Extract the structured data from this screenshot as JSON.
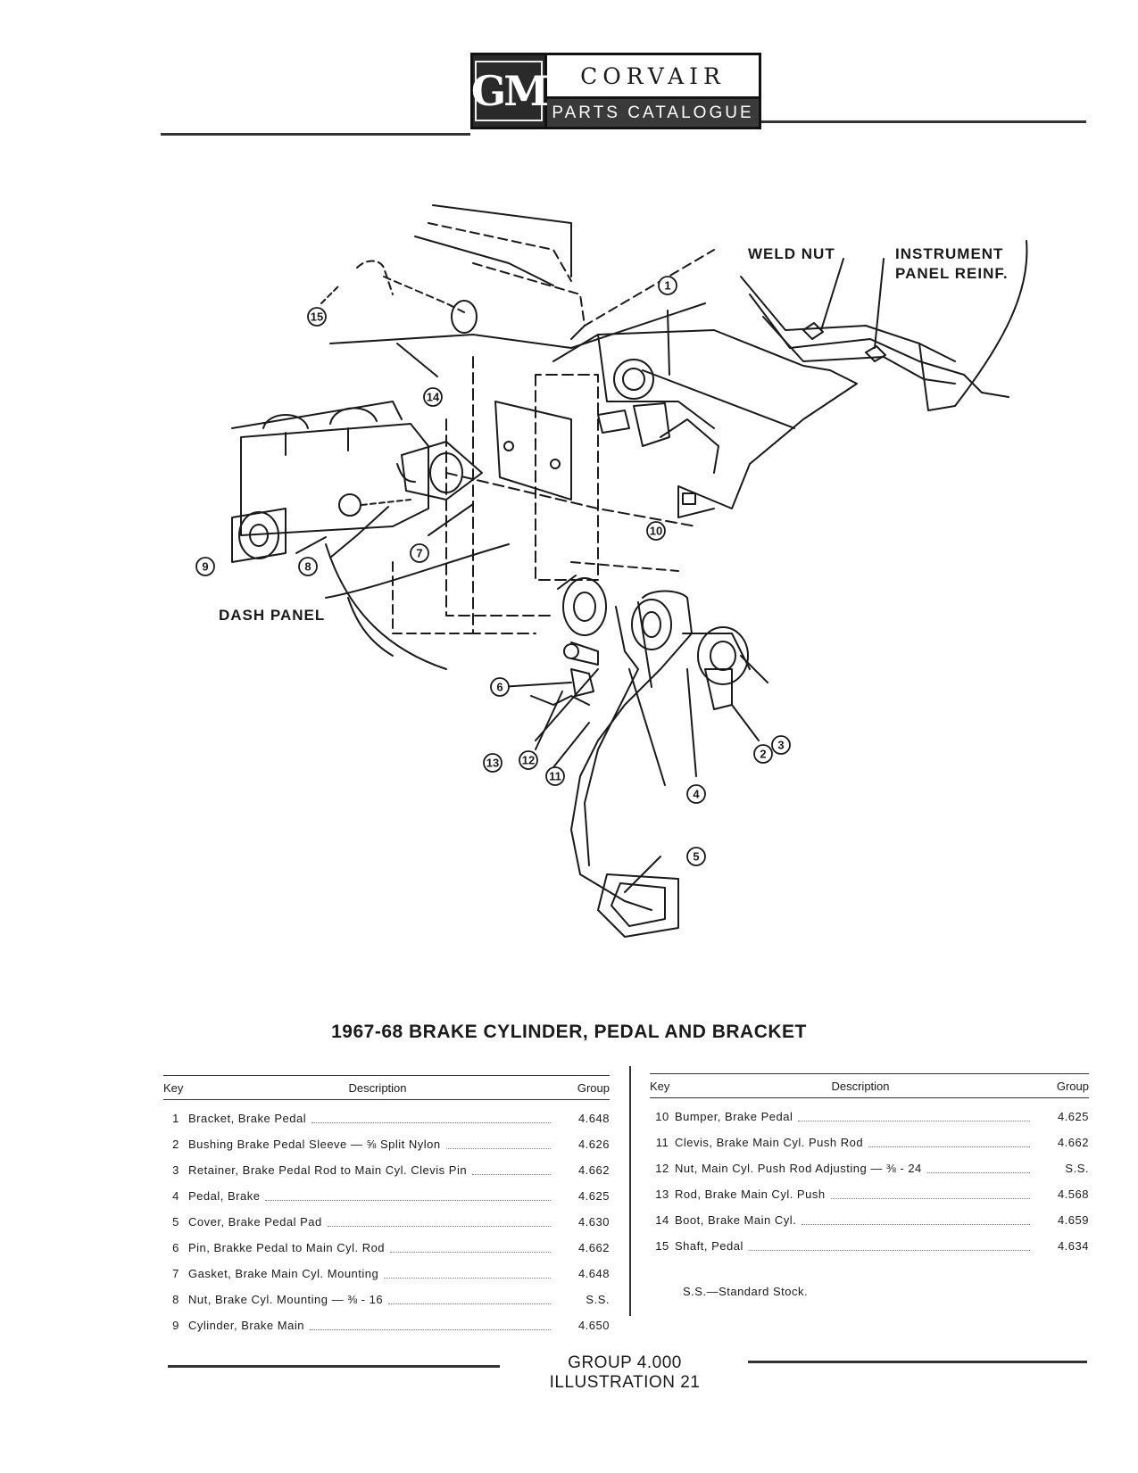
{
  "header": {
    "logo_text": "GM",
    "brand_name": "CORVAIR",
    "brand_subtitle": "PARTS CATALOGUE"
  },
  "diagram": {
    "callouts": {
      "weld_nut": "WELD NUT",
      "instrument_panel_line1": "INSTRUMENT",
      "instrument_panel_line2": "PANEL REINF.",
      "dash_panel": "DASH PANEL"
    },
    "key_numbers": [
      "1",
      "2",
      "3",
      "4",
      "5",
      "6",
      "7",
      "8",
      "9",
      "10",
      "11",
      "12",
      "13",
      "14",
      "15"
    ]
  },
  "figure_title": "1967-68 BRAKE CYLINDER, PEDAL AND BRACKET",
  "table_headers": {
    "key": "Key",
    "description": "Description",
    "group": "Group"
  },
  "parts_left": [
    {
      "key": "1",
      "description": "Bracket, Brake Pedal",
      "group": "4.648"
    },
    {
      "key": "2",
      "description": "Bushing Brake Pedal Sleeve — ⅝ Split Nylon",
      "group": "4.626"
    },
    {
      "key": "3",
      "description": "Retainer, Brake Pedal Rod to Main Cyl. Clevis Pin",
      "group": "4.662"
    },
    {
      "key": "4",
      "description": "Pedal, Brake",
      "group": "4.625"
    },
    {
      "key": "5",
      "description": "Cover, Brake Pedal Pad",
      "group": "4.630"
    },
    {
      "key": "6",
      "description": "Pin, Brakke Pedal to Main Cyl. Rod",
      "group": "4.662"
    },
    {
      "key": "7",
      "description": "Gasket, Brake Main Cyl. Mounting",
      "group": "4.648"
    },
    {
      "key": "8",
      "description": "Nut, Brake Cyl. Mounting — ⅜ - 16",
      "group": "S.S."
    },
    {
      "key": "9",
      "description": "Cylinder, Brake Main",
      "group": "4.650"
    }
  ],
  "parts_right": [
    {
      "key": "10",
      "description": "Bumper, Brake Pedal",
      "group": "4.625"
    },
    {
      "key": "11",
      "description": "Clevis, Brake Main Cyl. Push Rod",
      "group": "4.662"
    },
    {
      "key": "12",
      "description": "Nut, Main Cyl. Push Rod Adjusting — ⅜ - 24",
      "group": "S.S."
    },
    {
      "key": "13",
      "description": "Rod, Brake Main Cyl. Push",
      "group": "4.568"
    },
    {
      "key": "14",
      "description": "Boot, Brake Main Cyl.",
      "group": "4.659"
    },
    {
      "key": "15",
      "description": "Shaft, Pedal",
      "group": "4.634"
    }
  ],
  "note": "S.S.—Standard Stock.",
  "footer": "GROUP 4.000 ILLUSTRATION 21"
}
